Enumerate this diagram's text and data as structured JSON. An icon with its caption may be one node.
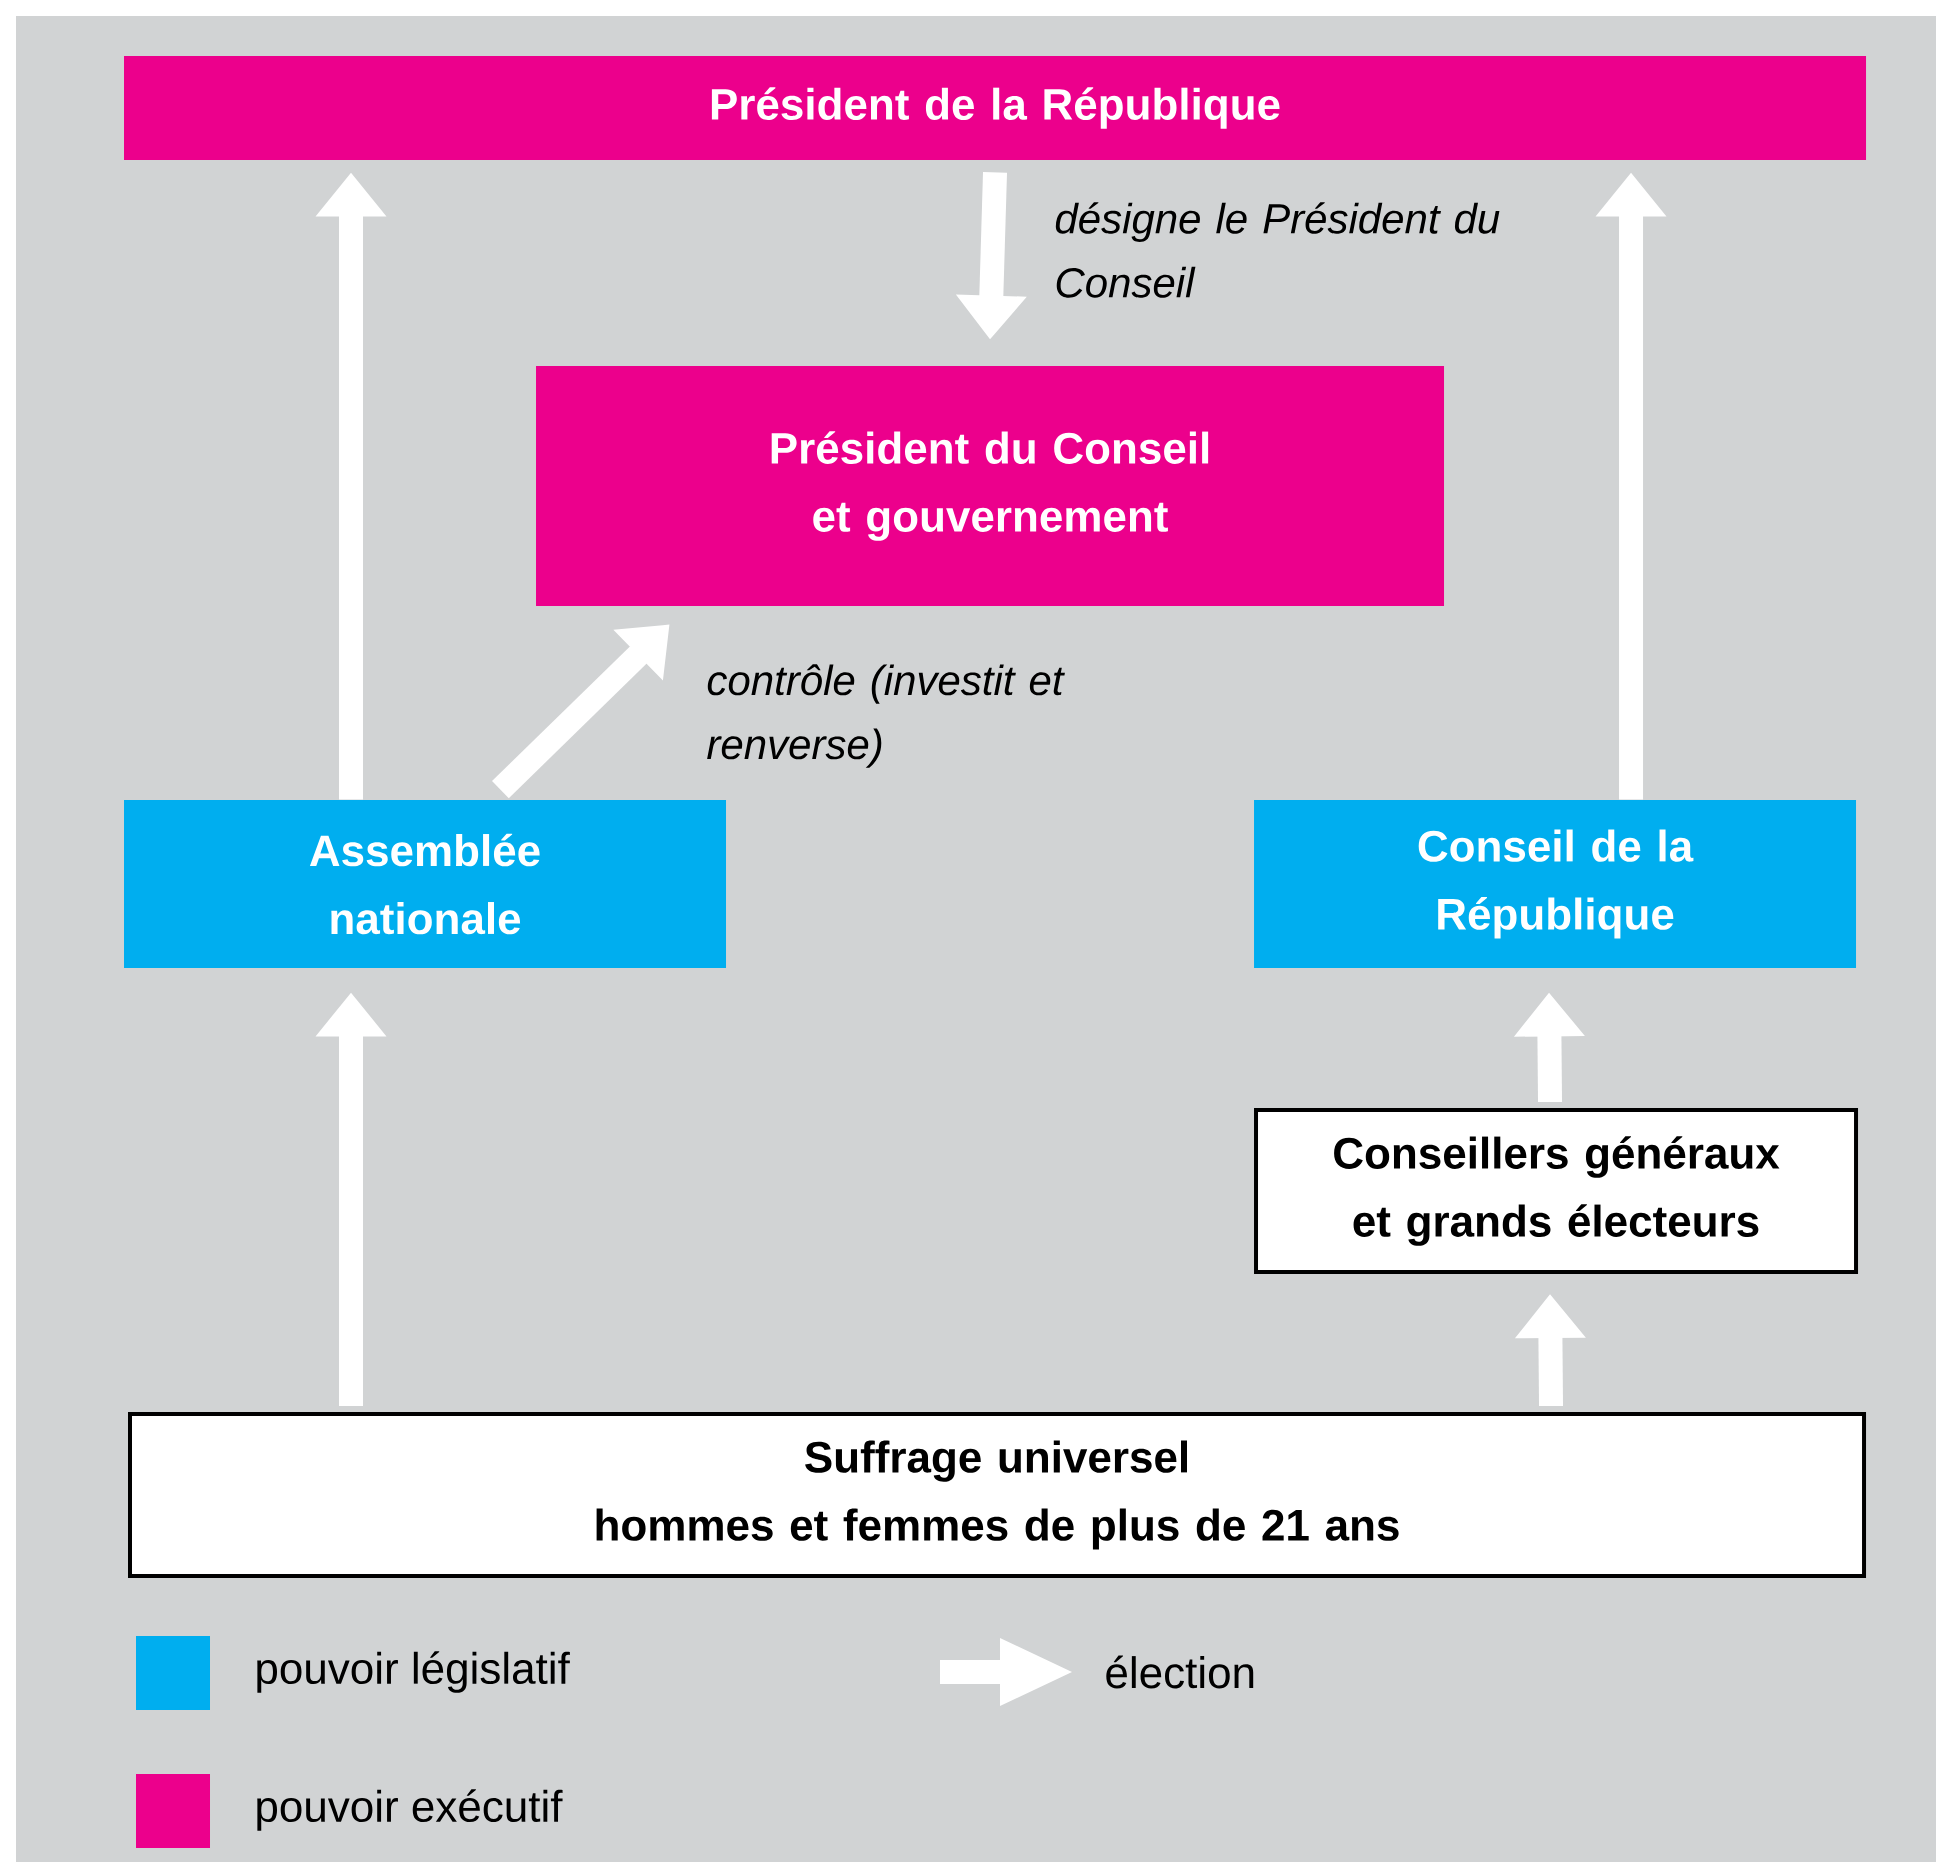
{
  "diagram": {
    "nodes": [
      {
        "text": [
          "Président de la République"
        ]
      },
      {
        "text": [
          "Président du Conseil et gouvernement"
        ]
      },
      {
        "text": [
          "Assemblée nationale"
        ]
      },
      {
        "text": [
          "Conseil de la République"
        ]
      },
      {
        "text": [
          "Conseillers généraux et grands électeurs"
        ]
      },
      {
        "text": [
          "Suffrage universel",
          "hommes et femmes de plus de 21 ans"
        ]
      }
    ],
    "edges": [
      {
        "from": 2,
        "to": 0,
        "arrow": "to"
      },
      {
        "from": 3,
        "to": 0,
        "arrow": "to"
      },
      {
        "from": 0,
        "to": 1,
        "arrow": "to",
        "label": "désigne le Président du Conseil"
      },
      {
        "from": 2,
        "to": 1,
        "arrow": "to",
        "label": "contrôle (investit et renverse)"
      },
      {
        "from": 5,
        "to": 2,
        "arrow": "to"
      },
      {
        "from": 5,
        "to": 4,
        "arrow": "to"
      },
      {
        "from": 4,
        "to": 3,
        "arrow": "to"
      }
    ],
    "legend": [
      {
        "text": "pouvoir législatif",
        "color": "#00aeef"
      },
      {
        "text": "pouvoir exécutif",
        "color": "#ec008c"
      },
      {
        "text": "élection"
      }
    ]
  }
}
